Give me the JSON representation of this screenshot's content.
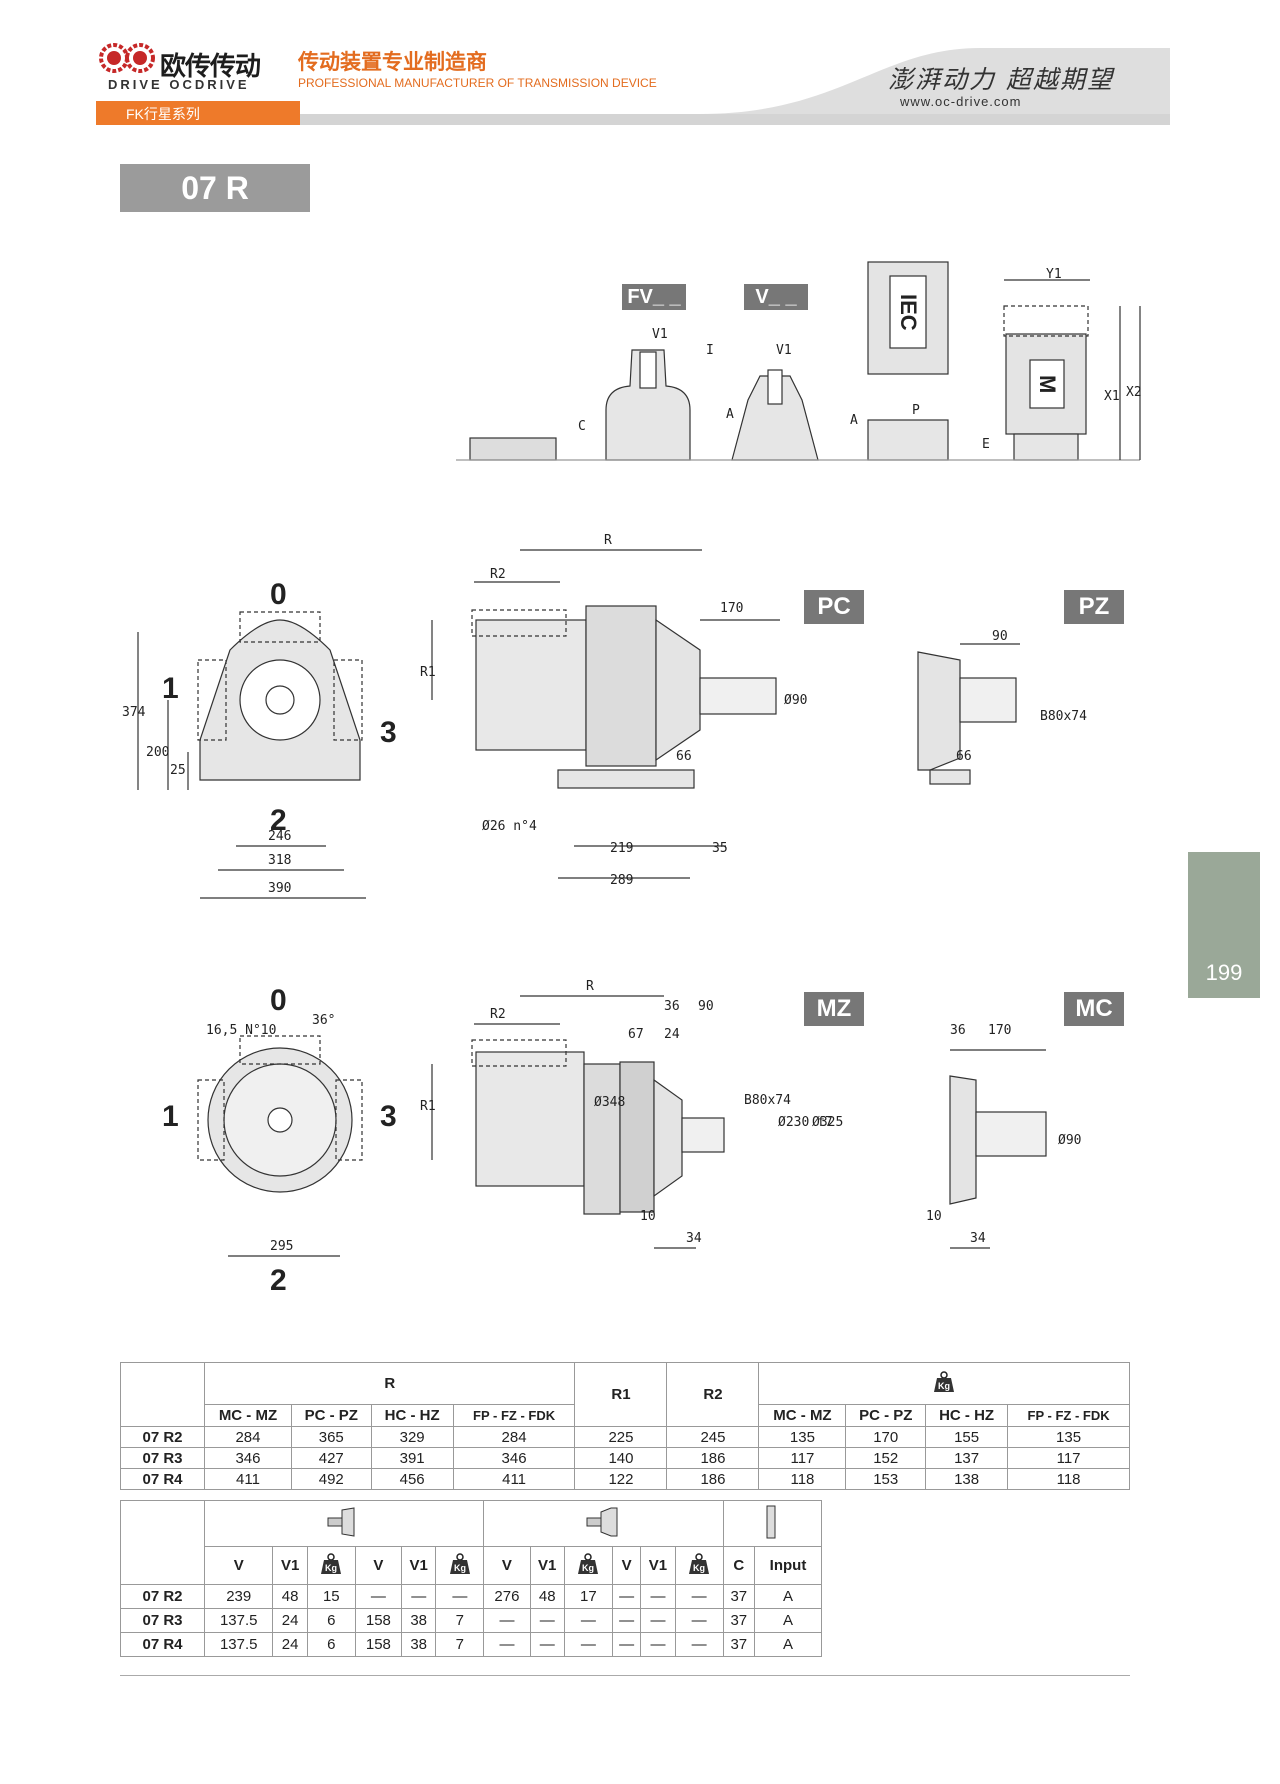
{
  "header": {
    "brand_cn": "欧传传动",
    "brand_en": "DRIVE OCDRIVE",
    "tagline_cn": "传动装置专业制造商",
    "tagline_en": "PROFESSIONAL MANUFACTURER OF TRANSMISSION DEVICE",
    "slogan": "澎湃动力 超越期望",
    "website": "www.oc-drive.com",
    "series": "FK行星系列"
  },
  "model": "07 R",
  "page_number": "199",
  "badges": {
    "fv": "FV_ _",
    "v": "V_ _",
    "iec": "IEC",
    "m": "M",
    "pc": "PC",
    "pz": "PZ",
    "mz": "MZ",
    "mc": "MC"
  },
  "top_dims": {
    "v1_a": "V1",
    "v1_b": "V1",
    "i": "I",
    "a1": "A",
    "a2": "A",
    "c": "C",
    "p": "P",
    "e": "E",
    "y1": "Y1",
    "x1": "X1",
    "x2": "X2"
  },
  "foot_view": {
    "pos0": "0",
    "pos1": "1",
    "pos2": "2",
    "pos3": "3",
    "h374": "374",
    "h200": "200",
    "h25": "25",
    "w246": "246",
    "w318": "318",
    "w390": "390"
  },
  "foot_side": {
    "r": "R",
    "r2": "R2",
    "r1": "R1",
    "d170": "170",
    "d90": "Ø90",
    "d66": "66",
    "holes": "Ø26 n°4",
    "d219": "219",
    "d35": "35",
    "d289": "289"
  },
  "pz_view": {
    "d90": "90",
    "b80": "B80x74",
    "d66": "66"
  },
  "flange_view": {
    "pos0": "0",
    "pos1": "1",
    "pos2": "2",
    "pos3": "3",
    "holes": "16,5 N°10",
    "angle": "36°",
    "w295": "295"
  },
  "flange_side": {
    "r": "R",
    "r2": "R2",
    "r1": "R1",
    "d36": "36",
    "d90": "90",
    "d67": "67",
    "d24": "24",
    "d348": "Ø348",
    "b80": "B80x74",
    "d230": "Ø230 f7",
    "d325": "Ø325",
    "d10": "10",
    "d34": "34"
  },
  "mc_view": {
    "d36": "36",
    "d170": "170",
    "d90": "Ø90",
    "d10": "10",
    "d34": "34"
  },
  "table1": {
    "groups": [
      "R",
      "R1",
      "R2",
      "Kg"
    ],
    "sub": [
      "MC - MZ",
      "PC - PZ",
      "HC - HZ",
      "FP - FZ - FDK",
      "MC - MZ",
      "PC - PZ",
      "HC - HZ",
      "FP - FZ - FDK"
    ],
    "rows": [
      {
        "name": "07 R2",
        "cells": [
          "284",
          "365",
          "329",
          "284",
          "225",
          "245",
          "135",
          "170",
          "155",
          "135"
        ]
      },
      {
        "name": "07 R3",
        "cells": [
          "346",
          "427",
          "391",
          "346",
          "140",
          "186",
          "117",
          "152",
          "137",
          "117"
        ]
      },
      {
        "name": "07 R4",
        "cells": [
          "411",
          "492",
          "456",
          "411",
          "122",
          "186",
          "118",
          "153",
          "138",
          "118"
        ]
      }
    ]
  },
  "table2": {
    "sub": [
      "V",
      "V1",
      "Kg",
      "V",
      "V1",
      "Kg",
      "V",
      "V1",
      "Kg",
      "V",
      "V1",
      "Kg",
      "C",
      "Input"
    ],
    "rows": [
      {
        "name": "07 R2",
        "cells": [
          "239",
          "48",
          "15",
          "—",
          "—",
          "—",
          "276",
          "48",
          "17",
          "—",
          "—",
          "—",
          "37",
          "A"
        ]
      },
      {
        "name": "07 R3",
        "cells": [
          "137.5",
          "24",
          "6",
          "158",
          "38",
          "7",
          "—",
          "—",
          "—",
          "—",
          "—",
          "—",
          "37",
          "A"
        ]
      },
      {
        "name": "07 R4",
        "cells": [
          "137.5",
          "24",
          "6",
          "158",
          "38",
          "7",
          "—",
          "—",
          "—",
          "—",
          "—",
          "—",
          "37",
          "A"
        ]
      }
    ]
  },
  "colors": {
    "accent": "#ee7a2a",
    "badge": "#777777",
    "tab": "#9aa898"
  }
}
